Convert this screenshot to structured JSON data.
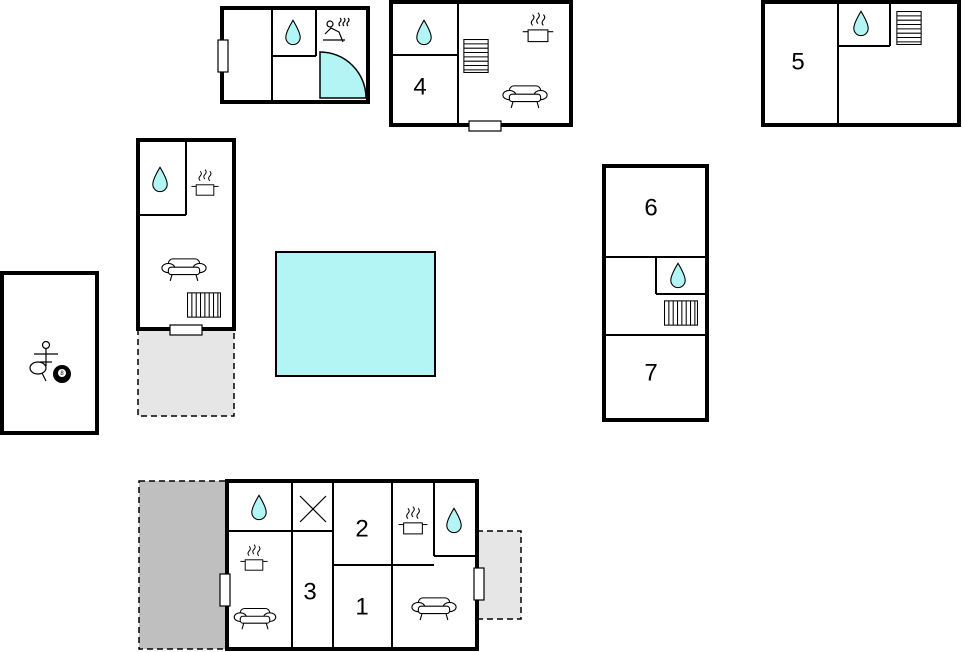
{
  "rooms": [
    {
      "id": "room-1",
      "label": "1"
    },
    {
      "id": "room-2",
      "label": "2"
    },
    {
      "id": "room-3",
      "label": "3"
    },
    {
      "id": "room-4",
      "label": "4"
    },
    {
      "id": "room-5",
      "label": "5"
    },
    {
      "id": "room-6",
      "label": "6"
    },
    {
      "id": "room-7",
      "label": "7"
    }
  ],
  "colors": {
    "water": "#b3f5f5",
    "terrace_light": "#e6e6e6",
    "terrace_dark": "#bfbfbf",
    "wall": "#000000"
  },
  "icons": [
    "bathroom-icon",
    "kitchen-icon",
    "sofa-icon",
    "stairs-icon",
    "sauna-icon",
    "toilet-icon",
    "table-tennis-icon",
    "billiards-icon",
    "foosball-icon",
    "pool"
  ]
}
